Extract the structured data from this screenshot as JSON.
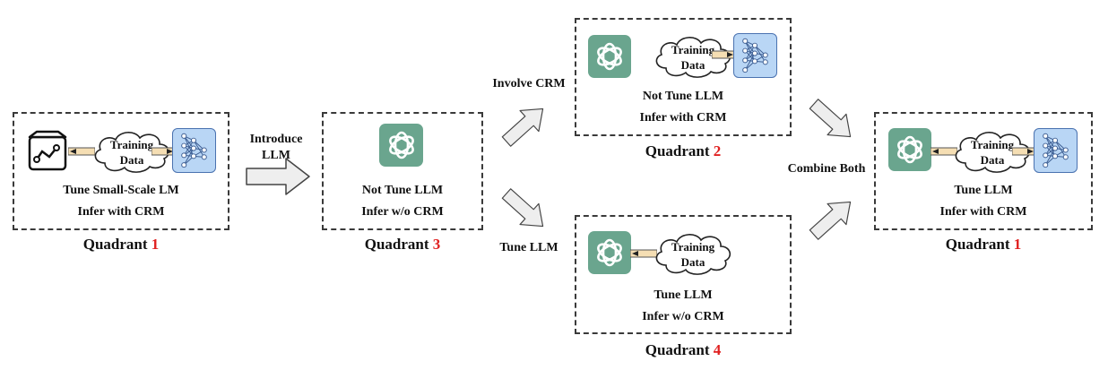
{
  "quadrant_word": "Quadrant",
  "cloud": {
    "line1": "Training",
    "line2": "Data"
  },
  "q1_left": {
    "line1": "Tune Small-Scale LM",
    "line2": "Infer with CRM",
    "number": "1"
  },
  "q3": {
    "line1": "Not Tune LLM",
    "line2": "Infer w/o CRM",
    "number": "3"
  },
  "q2": {
    "line1": "Not Tune LLM",
    "line2": "Infer with CRM",
    "number": "2"
  },
  "q4": {
    "line1": "Tune LLM",
    "line2": "Infer w/o CRM",
    "number": "4"
  },
  "q1_right": {
    "line1": "Tune LLM",
    "line2": "Infer with CRM",
    "number": "1"
  },
  "transitions": {
    "introduce_line1": "Introduce",
    "introduce_line2": "LLM",
    "involve_crm": "Involve CRM",
    "tune_llm": "Tune LLM",
    "combine_both": "Combine Both"
  },
  "colors": {
    "quadrant_number": "#e02020",
    "llm_icon": "#6aa58e",
    "crm_icon": "#b9d6f5",
    "data_arrow": "#f5deb3"
  }
}
